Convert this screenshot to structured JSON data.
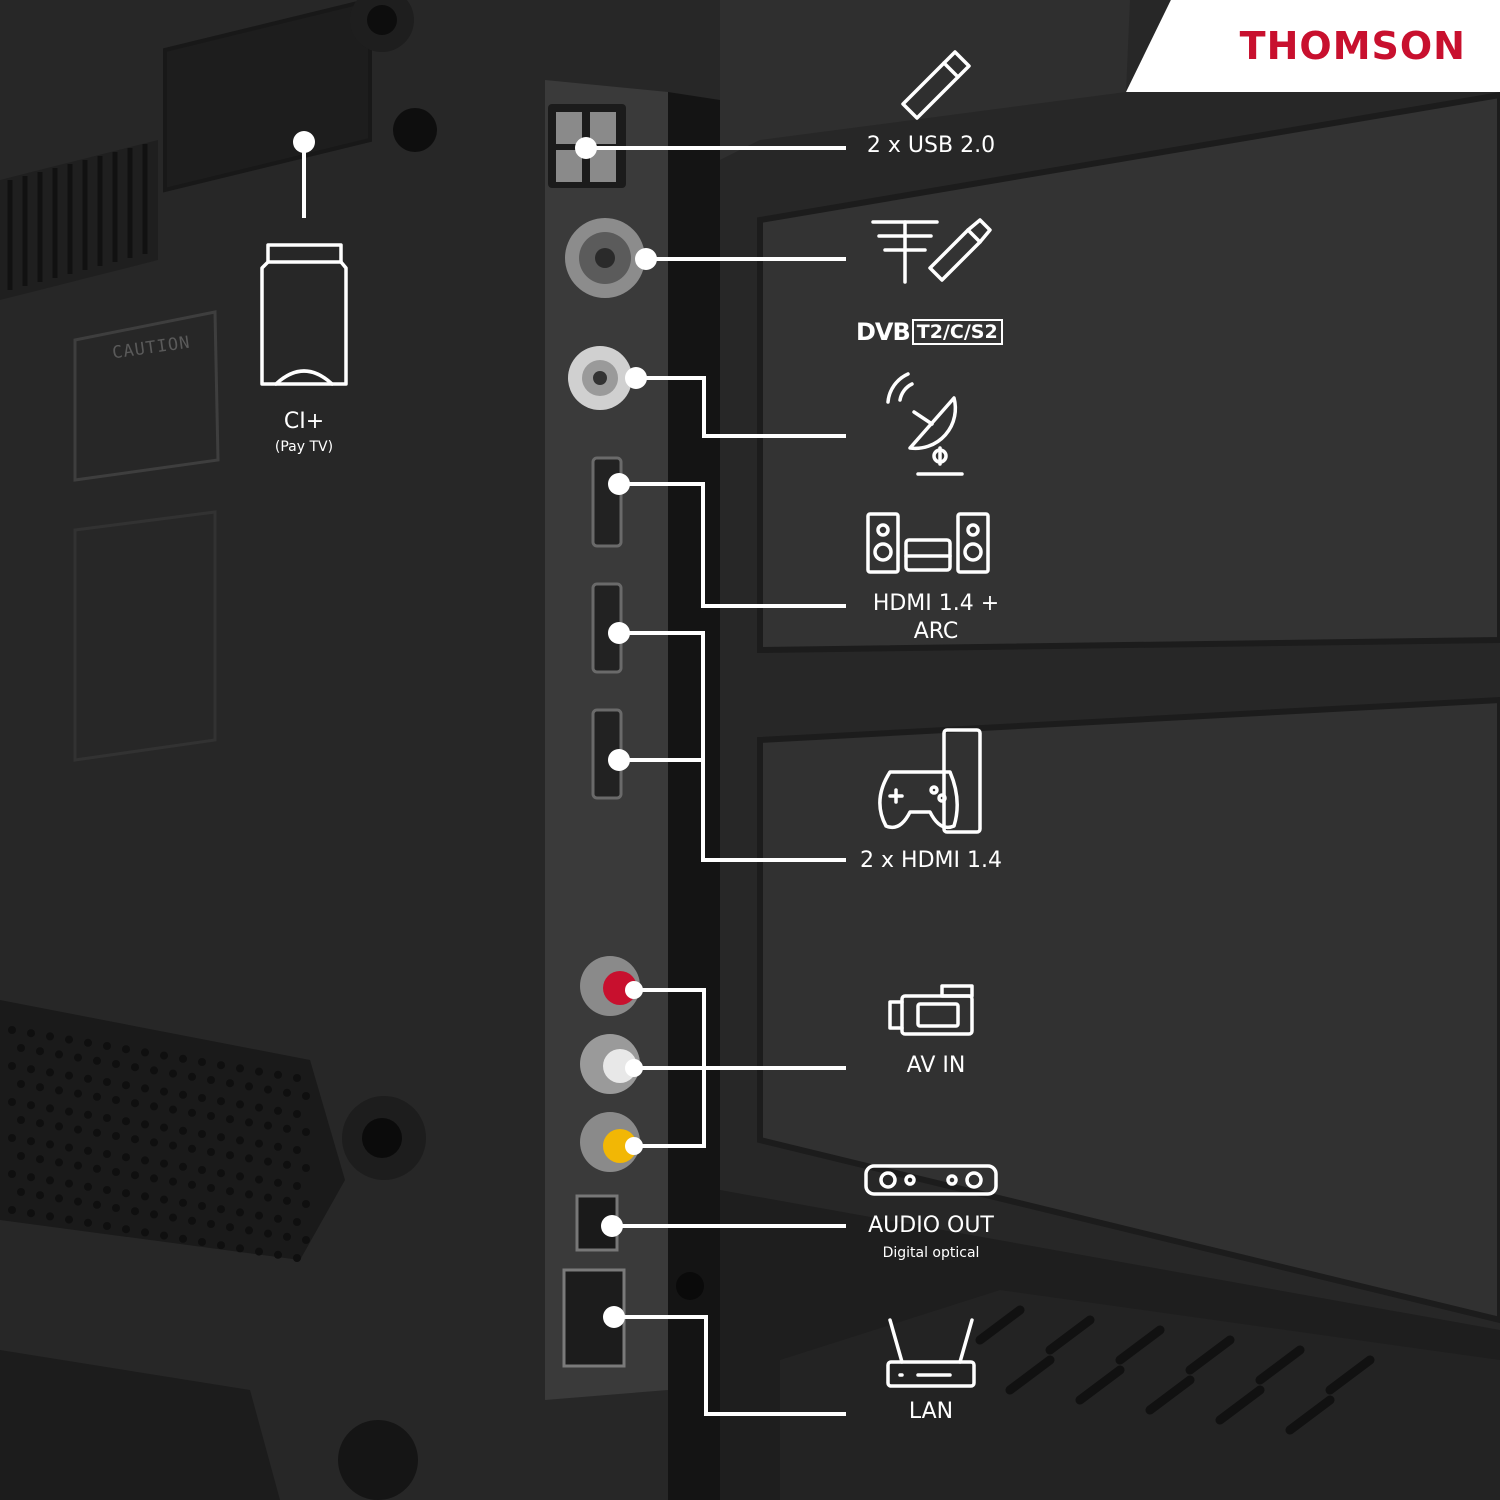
{
  "brand": {
    "name": "THOMSON",
    "color": "#c8102e"
  },
  "panel_text": {
    "caution": "CAUTION"
  },
  "connectors": {
    "ci": {
      "label": "CI+",
      "sublabel": "(Pay TV)",
      "icon": "ci-card-icon"
    },
    "usb": {
      "label": "2 x USB 2.0",
      "icon": "usb-stick-icon"
    },
    "antenna": {
      "icon": "antenna-cable-icon"
    },
    "dvb": {
      "mark": "DVB",
      "standards": "T2/C/S2"
    },
    "satellite": {
      "icon": "satellite-dish-icon"
    },
    "hdmi_arc": {
      "label_line1": "HDMI 1.4 +",
      "label_line2": "ARC",
      "icon": "home-cinema-icon"
    },
    "hdmi": {
      "label": "2 x HDMI 1.4",
      "icon": "game-console-icon"
    },
    "av_in": {
      "label": "AV IN",
      "icon": "camcorder-icon"
    },
    "audio_out": {
      "label": "AUDIO OUT",
      "sublabel": "Digital optical",
      "icon": "soundbar-icon"
    },
    "lan": {
      "label": "LAN",
      "icon": "router-icon"
    }
  },
  "jack_colors": {
    "red": "#c8102e",
    "white": "#e8e8e8",
    "yellow": "#f2b705"
  }
}
